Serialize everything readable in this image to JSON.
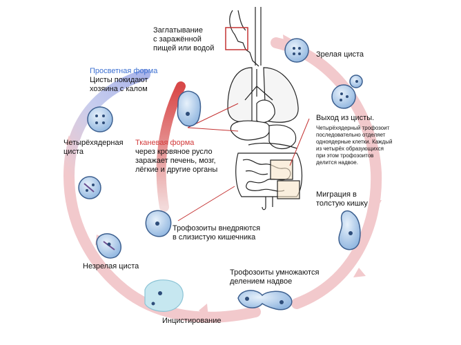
{
  "labels": {
    "ingestion_1": "Заглатывание",
    "ingestion_2": "с заражённой",
    "ingestion_3": "пищей или водой",
    "mature_cyst": "Зрелая циста",
    "excyst_title": "Выход из цисты.",
    "excyst_1": "Четырёхядерный трофозоит",
    "excyst_2": "последовательно отделяет",
    "excyst_3": "одноядерные клетки. Каждый",
    "excyst_4": "из четырёх образующихся",
    "excyst_5": "при этом трофозоитов",
    "excyst_6": "делится надвое.",
    "migration_1": "Миграция в",
    "migration_2": "толстую кишку",
    "multiply_1": "Трофозоиты умножаются",
    "multiply_2": "делением надвое",
    "encyst": "Инцистирование",
    "immature_cyst": "Незрелая циста",
    "invade_1": "Трофозоиты внедряются",
    "invade_2": "в слизистую кишечника",
    "tissue_title": "Тканевая форма",
    "tissue_1": "через кровяное русло",
    "tissue_2": "заражает печень, мозг,",
    "tissue_3": "лёгкие и другие органы",
    "four_nuc_1": "Четырёхядерная",
    "four_nuc_2": "циста",
    "luminal_title": "Просветная форма",
    "luminal_1": "Цисты покидают",
    "luminal_2": "хозяина с калом"
  },
  "colors": {
    "cycle_arrow": "#f2c9cc",
    "cycle_arrow_blue": "#c7cdee",
    "tissue_arrow": "#d84848",
    "cell_fill": "#b9d3ee",
    "cell_stroke": "#3c5f8f",
    "nucleus": "#2e4d7a",
    "highlight_box": "#c43232"
  }
}
